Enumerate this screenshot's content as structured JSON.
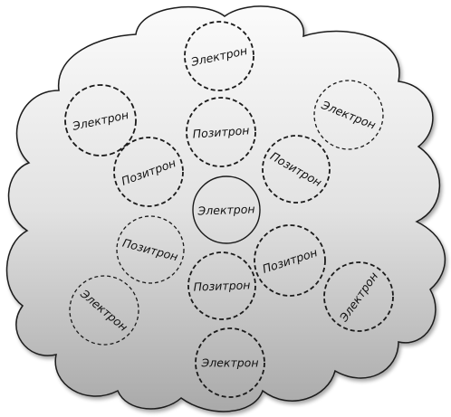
{
  "particles": [
    {
      "label": "Электрон",
      "kind": "electron"
    },
    {
      "label": "Электрон",
      "kind": "electron"
    },
    {
      "label": "Электрон",
      "kind": "electron"
    },
    {
      "label": "Позитрон",
      "kind": "positron"
    },
    {
      "label": "Позитрон",
      "kind": "positron"
    },
    {
      "label": "Позитрон",
      "kind": "positron"
    },
    {
      "label": "Электрон",
      "kind": "electron"
    },
    {
      "label": "Позитрон",
      "kind": "positron"
    },
    {
      "label": "Позитрон",
      "kind": "positron"
    },
    {
      "label": "Позитрон",
      "kind": "positron"
    },
    {
      "label": "Электрон",
      "kind": "electron"
    },
    {
      "label": "Электрон",
      "kind": "electron"
    },
    {
      "label": "Электрон",
      "kind": "electron"
    }
  ],
  "colors": {
    "cloud_top": "#fbfbfb",
    "cloud_bottom": "#a9a9a9",
    "outline": "#1a1a1a",
    "text": "#111111"
  }
}
